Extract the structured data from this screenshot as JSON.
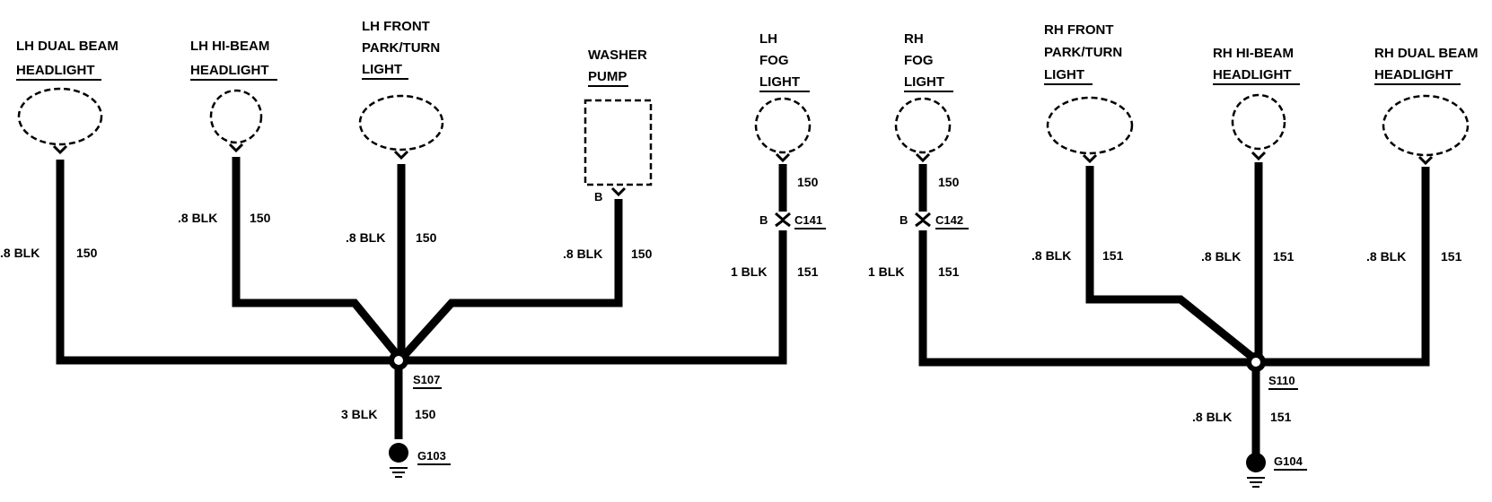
{
  "components": {
    "lh_dual_beam": {
      "line1": "LH DUAL BEAM",
      "line2": "HEADLIGHT"
    },
    "lh_hi_beam": {
      "line1": "LH HI-BEAM",
      "line2": "HEADLIGHT"
    },
    "lh_front_park": {
      "line1": "LH FRONT",
      "line2": "PARK/TURN",
      "line3": "LIGHT"
    },
    "washer_pump": {
      "line1": "WASHER",
      "line2": "PUMP"
    },
    "lh_fog": {
      "line1": "LH",
      "line2": "FOG",
      "line3": "LIGHT"
    },
    "rh_fog": {
      "line1": "RH",
      "line2": "FOG",
      "line3": "LIGHT"
    },
    "rh_front_park": {
      "line1": "RH FRONT",
      "line2": "PARK/TURN",
      "line3": "LIGHT"
    },
    "rh_hi_beam": {
      "line1": "RH HI-BEAM",
      "line2": "HEADLIGHT"
    },
    "rh_dual_beam": {
      "line1": "RH DUAL BEAM",
      "line2": "HEADLIGHT"
    }
  },
  "wires": {
    "lh_dual_beam": {
      "gauge": ".8 BLK",
      "circuit": "150"
    },
    "lh_hi_beam": {
      "gauge": ".8 BLK",
      "circuit": "150"
    },
    "lh_front_park": {
      "gauge": ".8 BLK",
      "circuit": "150"
    },
    "washer_pump": {
      "gauge": ".8 BLK",
      "circuit": "150"
    },
    "lh_fog_upper": {
      "circuit": "150"
    },
    "lh_fog_lower": {
      "gauge": "1 BLK",
      "circuit": "151"
    },
    "s107_ground": {
      "gauge": "3 BLK",
      "circuit": "150"
    },
    "rh_fog_upper": {
      "circuit": "150"
    },
    "rh_fog_lower": {
      "gauge": "1 BLK",
      "circuit": "151"
    },
    "rh_front_park": {
      "gauge": ".8 BLK",
      "circuit": "151"
    },
    "rh_hi_beam": {
      "gauge": ".8 BLK",
      "circuit": "151"
    },
    "rh_dual_beam": {
      "gauge": ".8 BLK",
      "circuit": "151"
    },
    "s110_ground": {
      "gauge": ".8 BLK",
      "circuit": "151"
    }
  },
  "terminals": {
    "washer_pump": "B",
    "c141": "B",
    "c142": "B"
  },
  "connectors": {
    "c141": "C141",
    "c142": "C142"
  },
  "splices": {
    "s107": "S107",
    "s110": "S110"
  },
  "grounds": {
    "g103": "G103",
    "g104": "G104"
  }
}
